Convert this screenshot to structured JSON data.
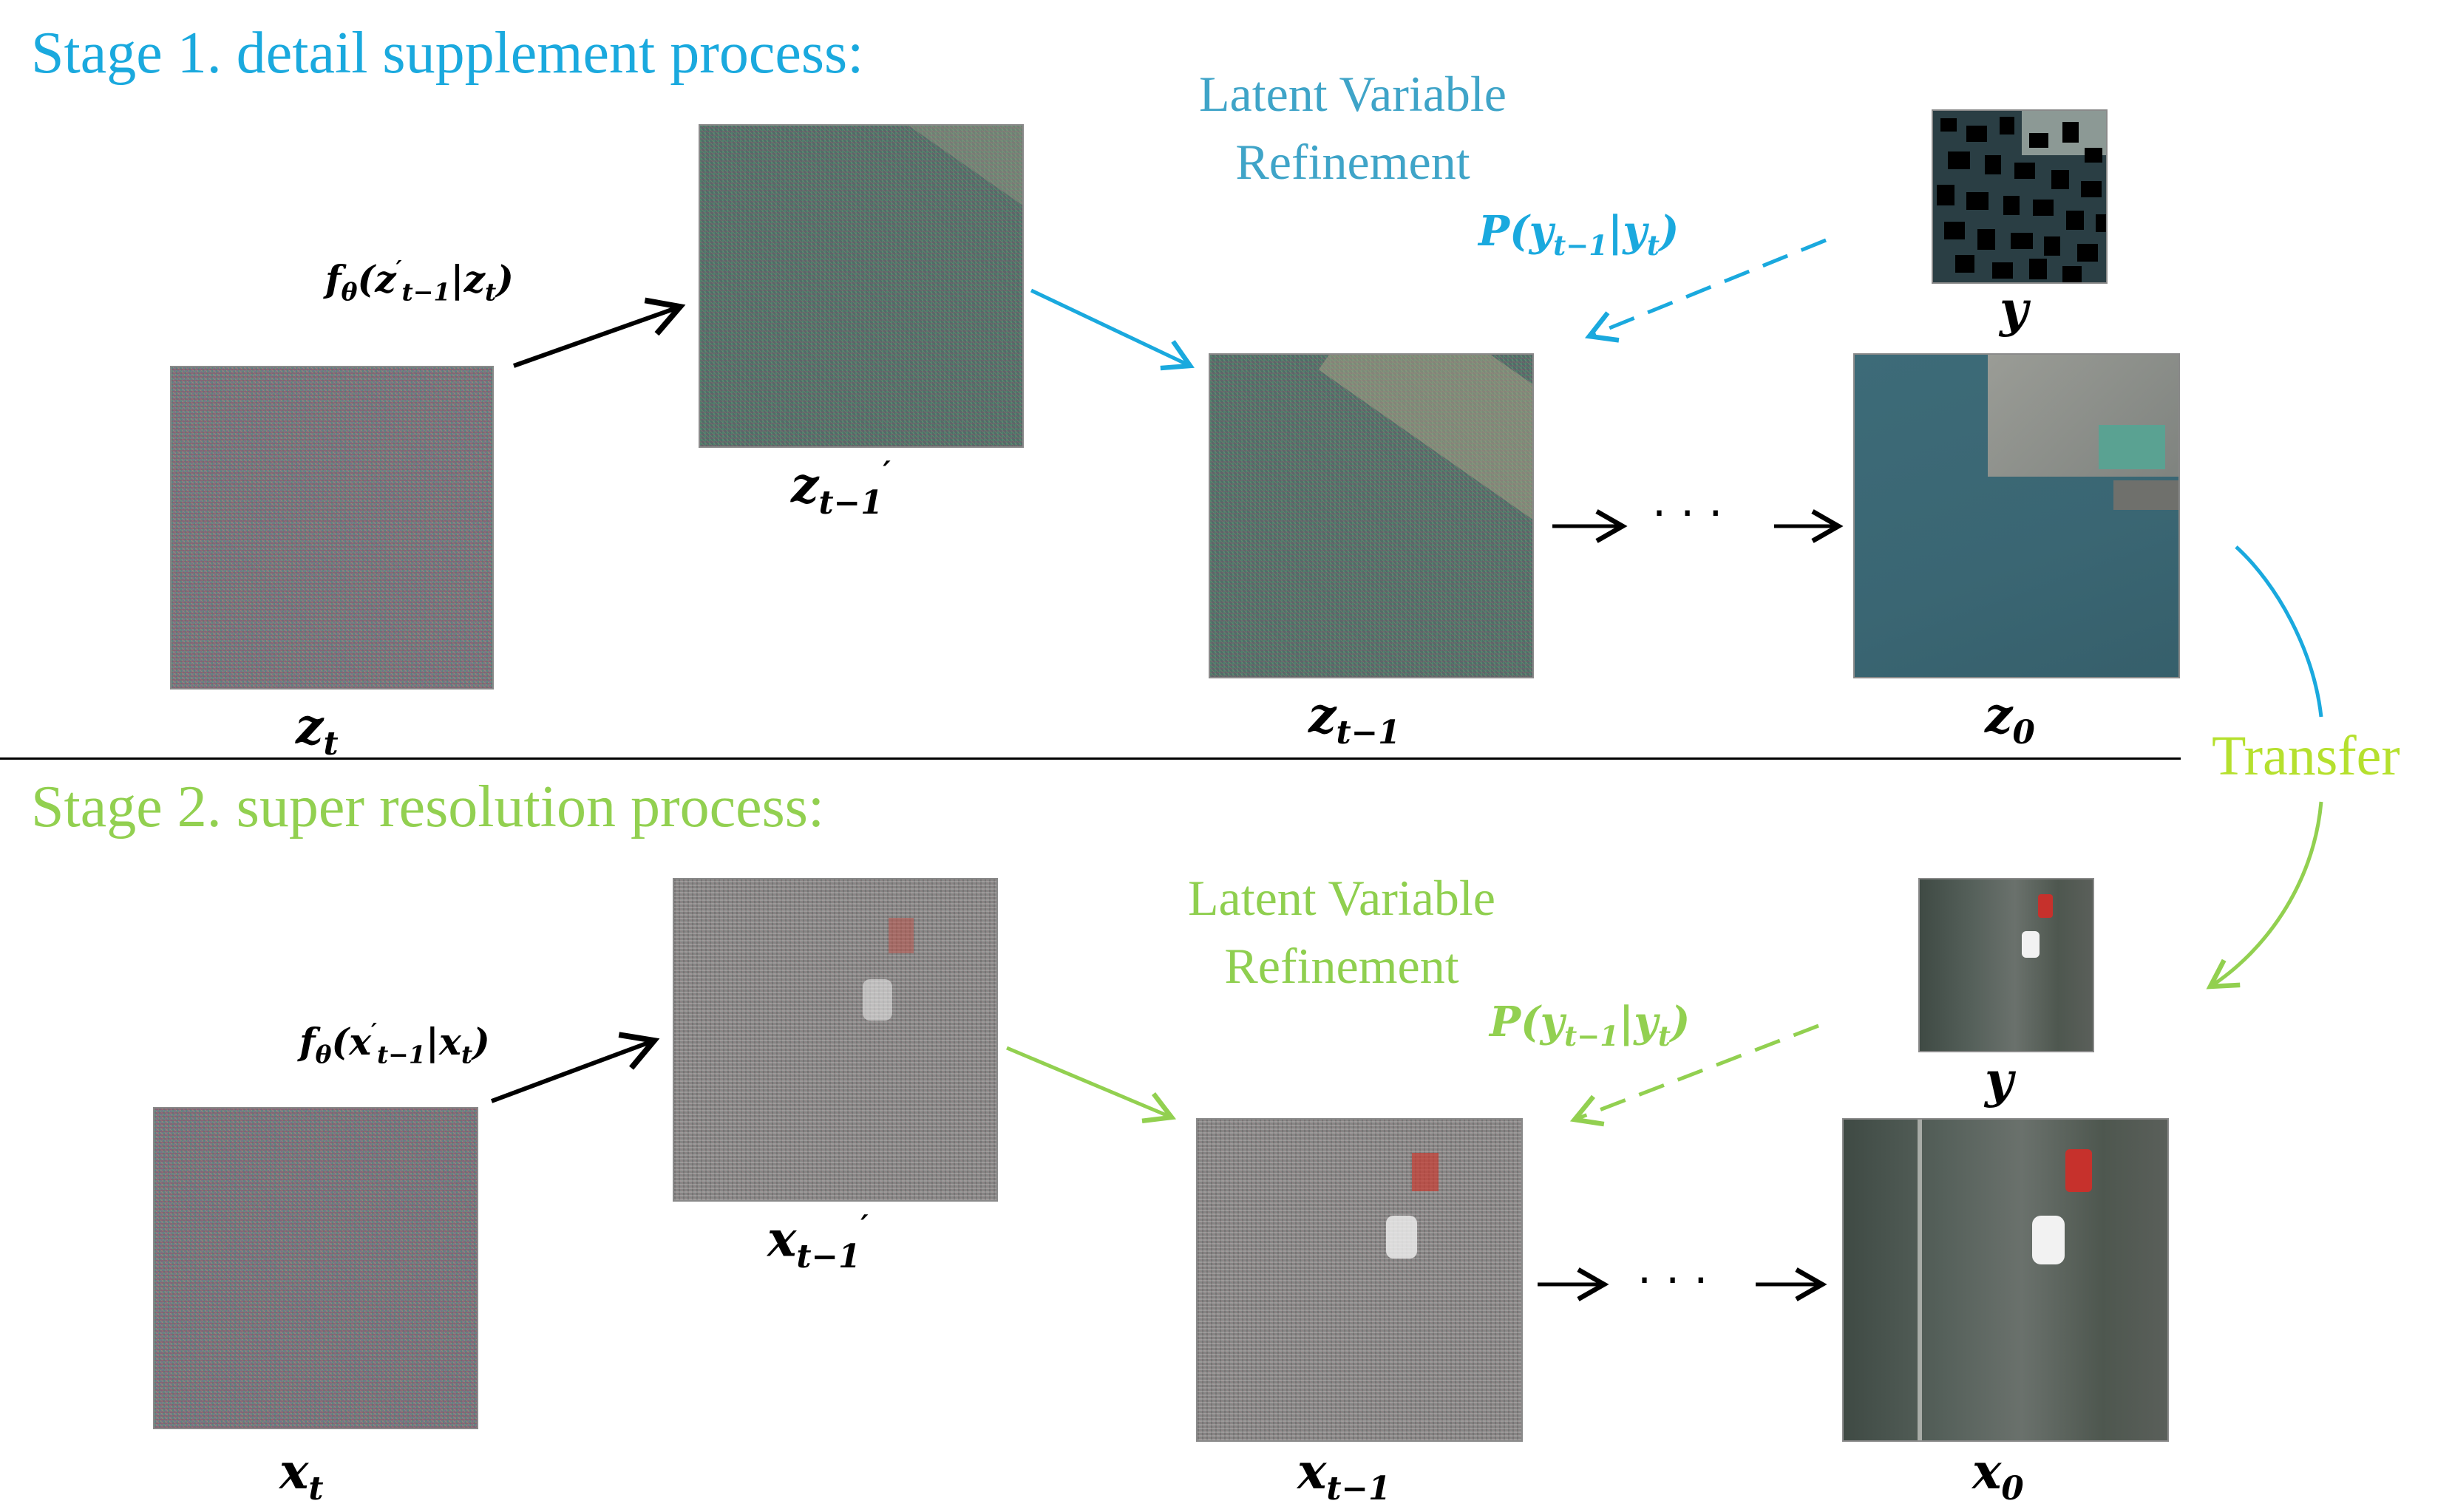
{
  "stage1": {
    "title": "Stage 1. detail supplement process:",
    "refinement": [
      "Latent Variable",
      "Refinement"
    ],
    "operator": {
      "f": "f",
      "theta": "θ",
      "open": "(",
      "z": "z",
      "prime": "′",
      "sub": "t−1",
      "bar": "|",
      "z2": "z",
      "sub2": "t",
      "close": ")"
    },
    "prob": {
      "P": "P",
      "open": "(",
      "y": "y",
      "sub": "t−1",
      "bar": "|",
      "y2": "y",
      "sub2": "t",
      "close": ")"
    },
    "labels": {
      "zt": {
        "base": "z",
        "sub": "t"
      },
      "zt1p": {
        "base": "z",
        "sub": "t−1",
        "prime": "′"
      },
      "zt1": {
        "base": "z",
        "sub": "t−1"
      },
      "z0": {
        "base": "z",
        "sub": "0"
      },
      "y": "y"
    },
    "ellipsis": "· · ·"
  },
  "stage2": {
    "title": "Stage 2. super resolution process:",
    "refinement": [
      "Latent Variable",
      "Refinement"
    ],
    "operator": {
      "f": "f",
      "theta": "θ",
      "open": "(",
      "x": "x",
      "prime": "′",
      "sub": "t−1",
      "bar": "|",
      "x2": "x",
      "sub2": "t",
      "close": ")"
    },
    "prob": {
      "P": "P",
      "open": "(",
      "y": "y",
      "sub": "t−1",
      "bar": "|",
      "y2": "y",
      "sub2": "t",
      "close": ")"
    },
    "labels": {
      "xt": {
        "base": "x",
        "sub": "t"
      },
      "xt1p": {
        "base": "x",
        "sub": "t−1",
        "prime": "′"
      },
      "xt1": {
        "base": "x",
        "sub": "t−1"
      },
      "x0": {
        "base": "x",
        "sub": "0"
      },
      "y": "y"
    },
    "ellipsis": "· · ·"
  },
  "transfer": "Transfer",
  "colors": {
    "stage1": "#1aa9de",
    "stage2": "#92d050",
    "transfer": "#b5e02e",
    "refinement1": "#3fa4c8",
    "refinement2": "#8fcf4f"
  }
}
